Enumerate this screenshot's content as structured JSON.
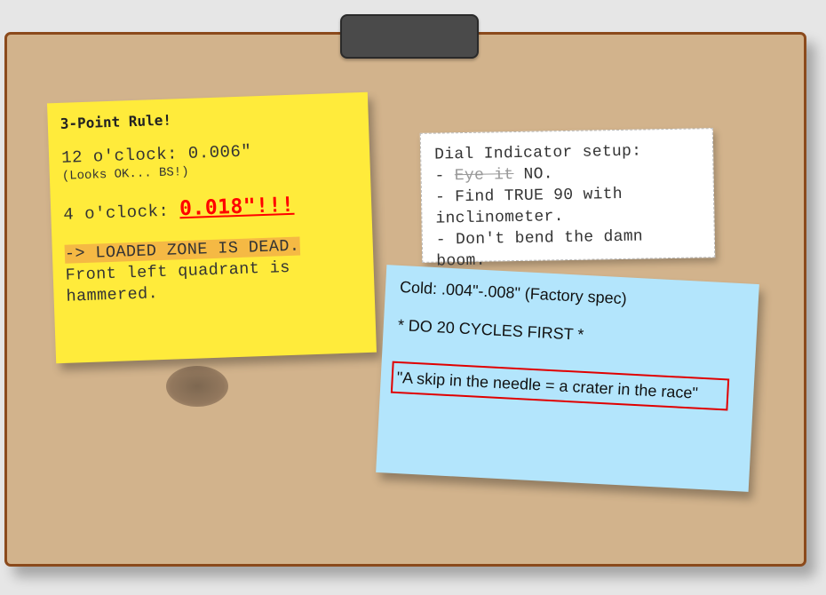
{
  "yellow_note": {
    "title": "3-Point Rule!",
    "line_12": "12 o'clock: 0.006\"",
    "line_12_note": "(Looks OK... BS!)",
    "line_4_prefix": "4 o'clock: ",
    "line_4_value": "0.018\"!!!",
    "loaded_zone": "-> LOADED ZONE IS DEAD.",
    "quadrant": "Front left quadrant is hammered.",
    "background_color": "#ffeb3b",
    "highlight_color": "#f5b944",
    "alert_color": "#ff0000"
  },
  "white_note": {
    "line1": "Dial Indicator setup:",
    "line2_prefix": "- ",
    "line2_struck": "Eye it",
    "line2_suffix": " NO.",
    "line3": "- Find TRUE 90 with inclinometer.",
    "line4": "- Don't bend the damn boom."
  },
  "blue_note": {
    "spec": "Cold: .004\"-.008\" (Factory spec)",
    "cycles": "* DO 20 CYCLES FIRST *",
    "quote": "\"A skip in the needle = a crater in the race\"",
    "background_color": "#b3e5fc",
    "box_color": "#e00000"
  },
  "board": {
    "background_color": "#d2b38c",
    "border_color": "#8b4a1c",
    "clip_color": "#4a4a4a"
  }
}
